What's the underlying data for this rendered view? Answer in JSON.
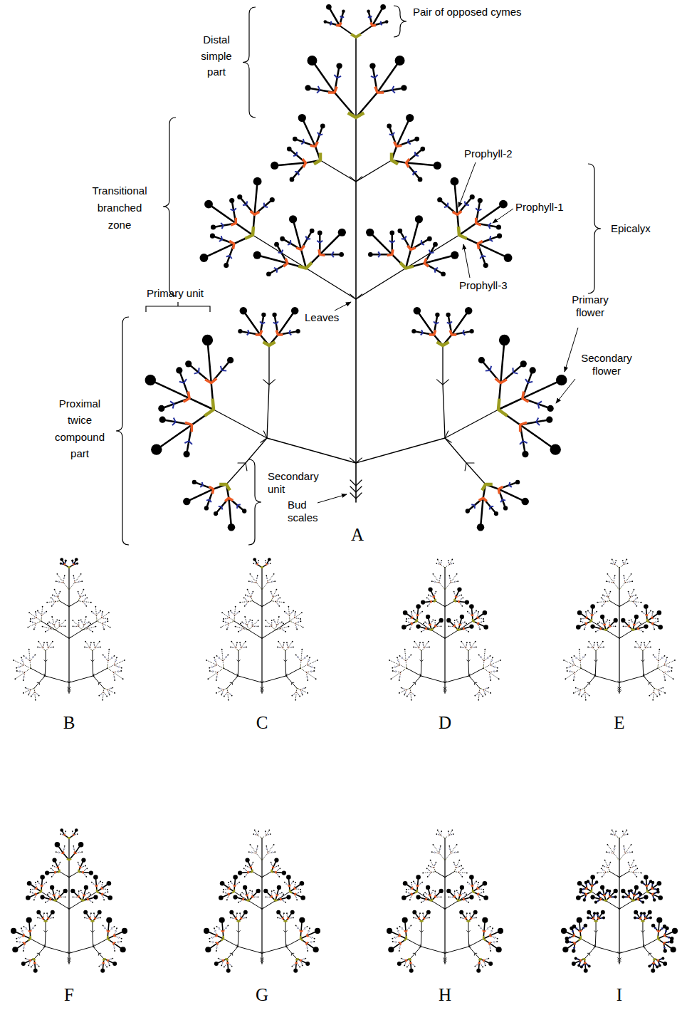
{
  "diagram": {
    "labels": [
      "Pair of opposed cymes",
      "Distal simple part",
      "Transitional branched zone",
      "Prophyll-2",
      "Prophyll-1",
      "Epicalyx",
      "Prophyll-3",
      "Primary flower",
      "Leaves",
      "Secondary flower",
      "Primary unit",
      "Proximal twice compound part",
      "Secondary unit",
      "Bud scales",
      "A",
      "B",
      "C",
      "D",
      "E",
      "F",
      "G",
      "H",
      "I"
    ]
  }
}
